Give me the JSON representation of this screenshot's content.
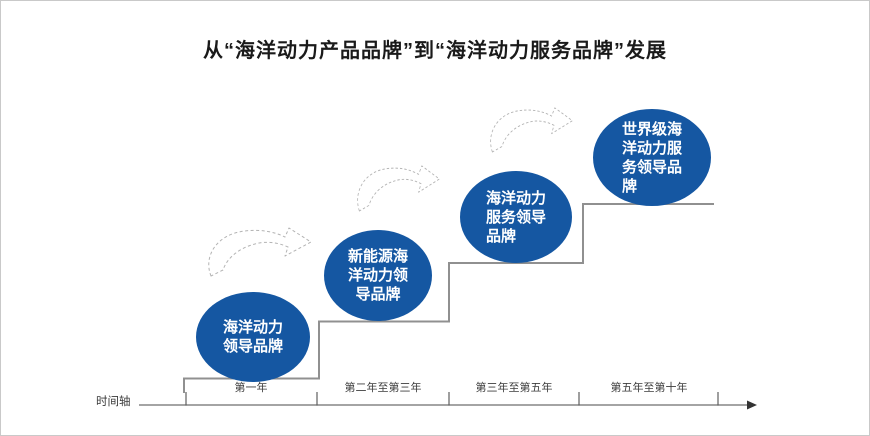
{
  "title": "从“海洋动力产品品牌”到“海洋动力服务品牌”发展",
  "stages": [
    {
      "label": "海洋动力\n领导品牌",
      "period": "第一年"
    },
    {
      "label": "新能源海\n洋动力领\n导品牌",
      "period": "第二年至第三年"
    },
    {
      "label": "海洋动力\n服务领导\n品牌",
      "period": "第三年至第五年"
    },
    {
      "label": "世界级海\n洋动力服\n务领导品\n牌",
      "period": "第五年至第十年"
    }
  ],
  "timeline": {
    "axis_label": "时间轴"
  },
  "colors": {
    "ellipse_blue": "#1557A2",
    "step_gray": "#909090",
    "axis_gray": "#858585",
    "arrow_dash_gray": "#b3b3b3",
    "label_text": "#ffffff"
  }
}
